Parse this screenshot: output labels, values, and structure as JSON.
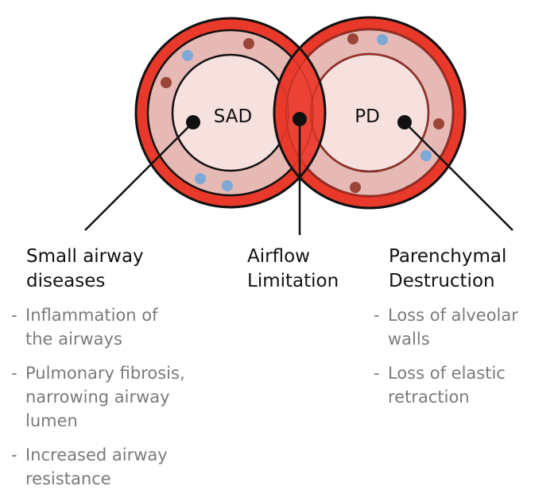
{
  "diagram": {
    "left_circle_label": "SAD",
    "right_circle_label": "PD",
    "colors": {
      "outer_ring": "#e8392a",
      "ring_stroke": "#111111",
      "wall": "#e6b9b5",
      "lumen": "#f6e1df",
      "overlap": "#ea3a2b",
      "cell_red": "#9a4535",
      "cell_blue": "#7ea8d6"
    },
    "cell_icons": [
      "red-cell-icon",
      "blue-cell-icon"
    ]
  },
  "columns": [
    {
      "heading": [
        "Small airway",
        "diseases"
      ],
      "bullets": [
        [
          "Inflammation of",
          "the airways"
        ],
        [
          "Pulmonary fibrosis,",
          "narrowing airway",
          "lumen"
        ],
        [
          "Increased airway",
          "resistance"
        ]
      ]
    },
    {
      "heading": [
        "Airflow",
        "Limitation"
      ],
      "bullets": []
    },
    {
      "heading": [
        "Parenchymal",
        "Destruction"
      ],
      "bullets": [
        [
          "Loss of alveolar",
          "walls"
        ],
        [
          "Loss of elastic",
          "retraction"
        ]
      ]
    }
  ],
  "bullet_marker": "-"
}
